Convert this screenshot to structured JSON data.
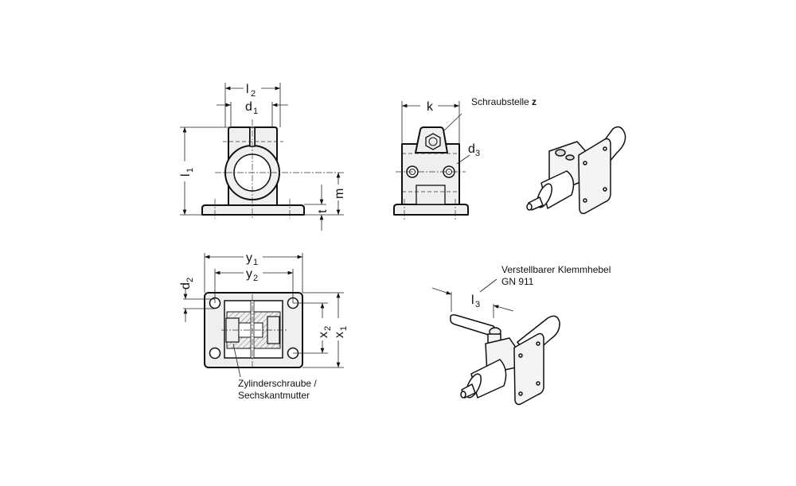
{
  "dimensions": {
    "l2": {
      "base": "l",
      "sub": "2"
    },
    "d1": {
      "base": "d",
      "sub": "1"
    },
    "l1": {
      "base": "l",
      "sub": "1"
    },
    "m": "m",
    "t": "t",
    "k": "k",
    "d3": {
      "base": "d",
      "sub": "3"
    },
    "y1": {
      "base": "y",
      "sub": "1"
    },
    "y2": {
      "base": "y",
      "sub": "2"
    },
    "d2": {
      "base": "d",
      "sub": "2"
    },
    "x1": {
      "base": "x",
      "sub": "1"
    },
    "x2": {
      "base": "x",
      "sub": "2"
    },
    "l3": {
      "base": "l",
      "sub": "3"
    }
  },
  "annotations": {
    "screw_point": "Schraubstelle ",
    "screw_point_bold": "z",
    "screw_line1": "Zylinderschraube /",
    "screw_line2": "Sechskantmutter",
    "lever_line1": "Verstellbarer Klemmhebel",
    "lever_line2": "GN 911"
  }
}
